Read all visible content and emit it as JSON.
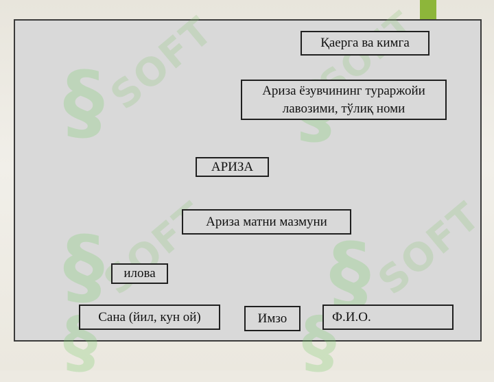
{
  "template": {
    "addressee": "Қаерга ва кимга",
    "author_line1": "Ариза ёзувчининг тураржойи",
    "author_line2": "лавозими, тўлиқ номи",
    "title": "АРИЗА",
    "body": "Ариза матни мазмуни",
    "attachment": "илова",
    "date": "Сана (йил, кун ой)",
    "signature": "Имзо",
    "full_name": "Ф.И.О."
  },
  "watermark": {
    "text": "SOFT",
    "glyph": "§"
  },
  "colors": {
    "panel": "#d9d9d9",
    "border": "#1f1f1f",
    "accent_tab": "#8db63a",
    "watermark": "#8cc878"
  }
}
